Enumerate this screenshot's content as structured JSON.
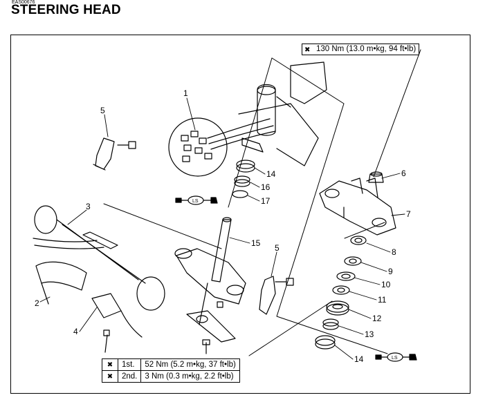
{
  "header": {
    "code": "EAS00676",
    "title": "STEERING HEAD"
  },
  "torque_top": "130 Nm (13.0 m•kg, 94 ft•lb)",
  "torque_table": [
    {
      "step": "1st.",
      "value": "52 Nm (5.2 m•kg, 37 ft•lb)"
    },
    {
      "step": "2nd.",
      "value": "3 Nm (0.3 m•kg, 2.2 ft•lb)"
    }
  ],
  "callouts": [
    "1",
    "2",
    "3",
    "4",
    "5",
    "5",
    "6",
    "7",
    "8",
    "9",
    "10",
    "11",
    "12",
    "13",
    "14",
    "14",
    "15",
    "16",
    "17"
  ],
  "grease_symbol": "LS",
  "wrench_symbol": "✖"
}
